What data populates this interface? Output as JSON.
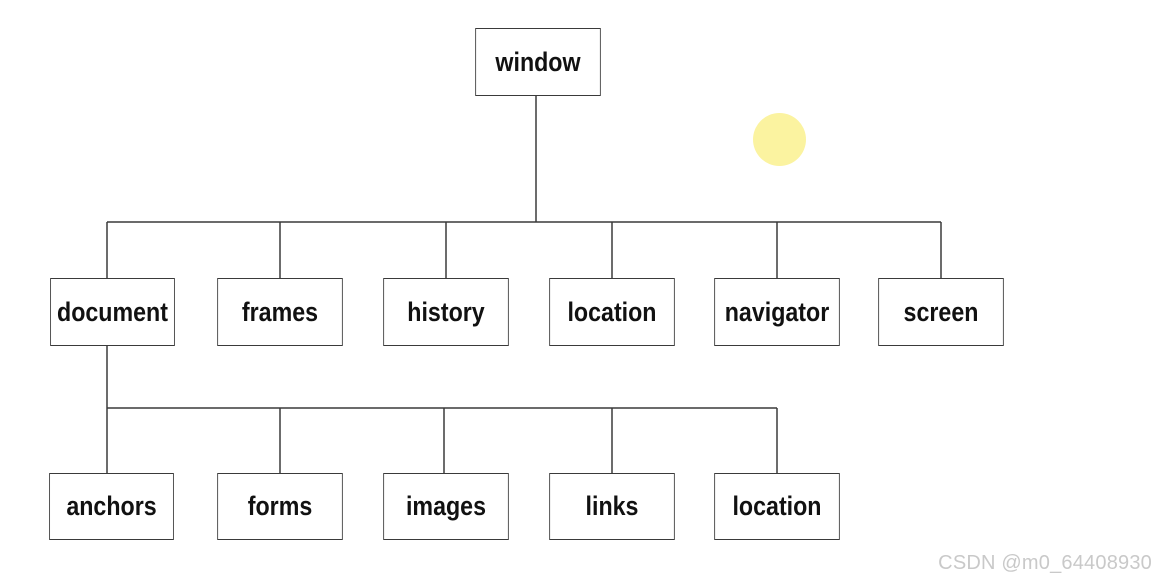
{
  "diagram": {
    "root": "window",
    "level1": [
      "document",
      "frames",
      "history",
      "location",
      "navigator",
      "screen"
    ],
    "level2": [
      "anchors",
      "forms",
      "images",
      "links",
      "location"
    ]
  },
  "watermark": "CSDN @m0_64408930",
  "colors": {
    "line": "#3a3a3a",
    "box_border": "#3a3a3a",
    "text": "#111111",
    "cursor_highlight": "#fbf3a0",
    "watermark": "#c9c9c9"
  }
}
